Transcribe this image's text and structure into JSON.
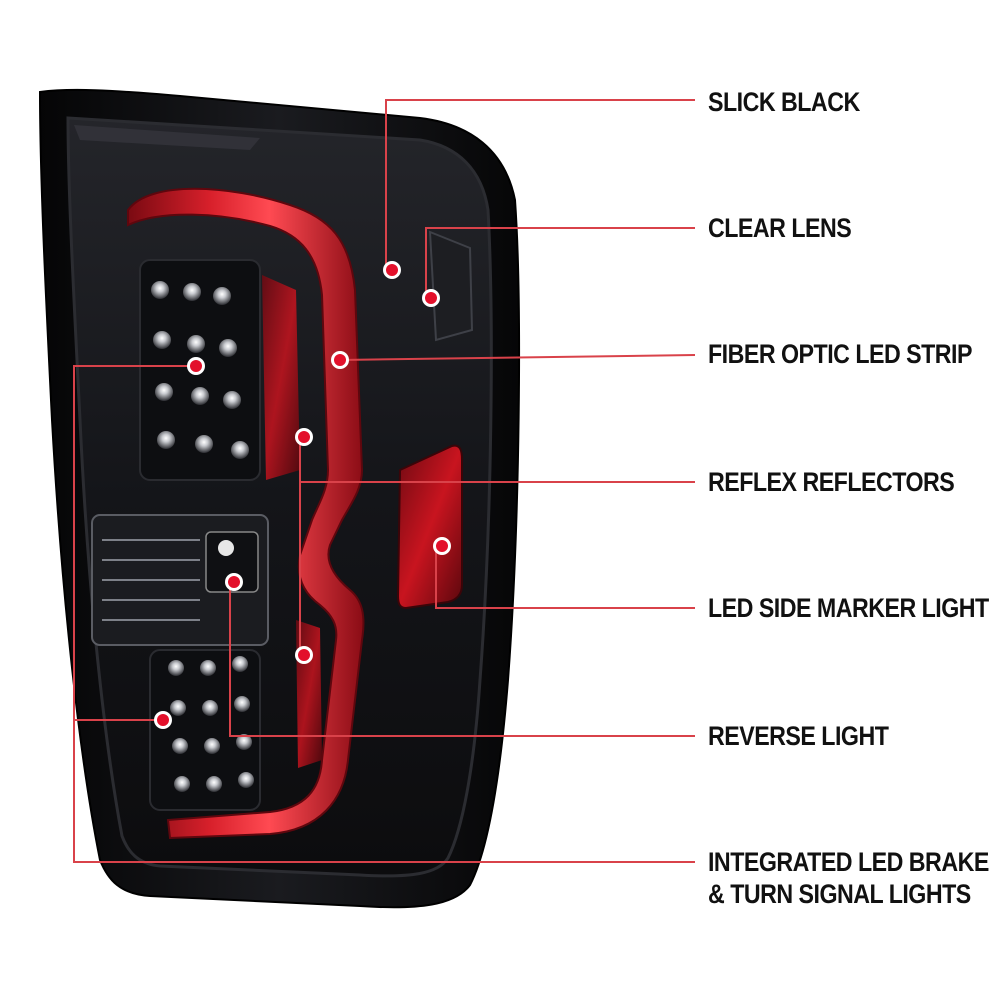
{
  "colors": {
    "leader_line": "#d9424a",
    "dot_fill": "#e3102b",
    "dot_ring": "#ffffff",
    "housing": "#0b0b0d",
    "fiber_strip": "#c4121f",
    "reflector": "#b7101c",
    "label_text": "#111111"
  },
  "icons": {
    "marker_dot": "callout-dot-icon"
  },
  "callouts": [
    {
      "id": "slick-black",
      "lines": [
        "SLICK BLACK"
      ]
    },
    {
      "id": "clear-lens",
      "lines": [
        "CLEAR LENS"
      ]
    },
    {
      "id": "fiber-optic-led-strip",
      "lines": [
        "FIBER OPTIC LED STRIP"
      ]
    },
    {
      "id": "reflex-reflectors",
      "lines": [
        "REFLEX REFLECTORS"
      ]
    },
    {
      "id": "led-side-marker-light",
      "lines": [
        "LED SIDE MARKER LIGHT"
      ]
    },
    {
      "id": "reverse-light",
      "lines": [
        "REVERSE LIGHT"
      ]
    },
    {
      "id": "integrated-led-brake",
      "lines": [
        "INTEGRATED LED BRAKE",
        "& TURN SIGNAL LIGHTS"
      ]
    }
  ]
}
